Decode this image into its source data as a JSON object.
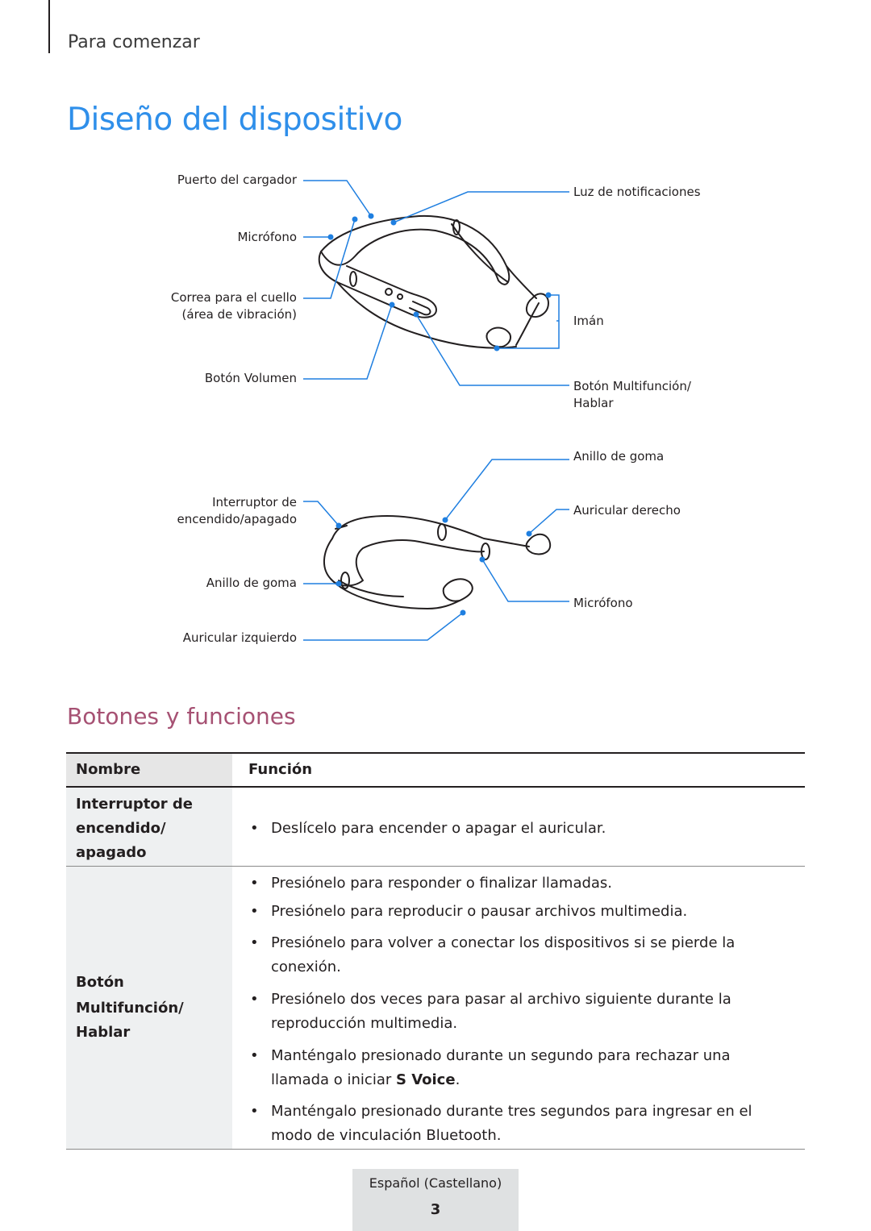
{
  "header": {
    "section": "Para comenzar"
  },
  "title": "Diseño del dispositivo",
  "diagram_top": {
    "charging_port": "Puerto del cargador",
    "microphone": "Micrófono",
    "neckband_line1": "Correa para el cuello",
    "neckband_line2": "(área de vibración)",
    "volume_button": "Botón Volumen",
    "notification_light": "Luz de notificaciones",
    "magnet": "Imán",
    "multifunction_line1": "Botón Multifunción/",
    "multifunction_line2": "Hablar"
  },
  "diagram_bottom": {
    "rubber_ring_right": "Anillo de goma",
    "power_switch_line1": "Interruptor de",
    "power_switch_line2": "encendido/apagado",
    "right_earbud": "Auricular derecho",
    "rubber_ring_left": "Anillo de goma",
    "microphone": "Micrófono",
    "left_earbud": "Auricular izquierdo"
  },
  "subtitle": "Botones y funciones",
  "table": {
    "headers": {
      "name": "Nombre",
      "function": "Función"
    },
    "rows": [
      {
        "name": [
          "Interruptor de",
          "encendido/",
          "apagado"
        ],
        "functions": [
          "Deslícelo para encender o apagar el auricular."
        ]
      },
      {
        "name": [
          "Botón",
          "Multifunción/",
          "Hablar"
        ],
        "functions": [
          "Presiónelo para responder o finalizar llamadas.",
          "Presiónelo para reproducir o pausar archivos multimedia.",
          "Presiónelo para volver a conectar los dispositivos si se pierde la",
          "conexión.",
          "Presiónelo dos veces para pasar al archivo siguiente durante la",
          "reproducción multimedia.",
          "Manténgalo presionado durante un segundo para rechazar una",
          "llamada o iniciar ",
          "S Voice",
          ".",
          "Manténgalo presionado durante tres segundos para ingresar en el",
          "modo de vinculación Bluetooth."
        ]
      }
    ]
  },
  "bullet": "•",
  "footer": {
    "language": "Español (Castellano)",
    "page": "3"
  },
  "colors": {
    "title": "#2f8fea",
    "subtitle": "#a65173",
    "callout": "#1f7fe0"
  }
}
